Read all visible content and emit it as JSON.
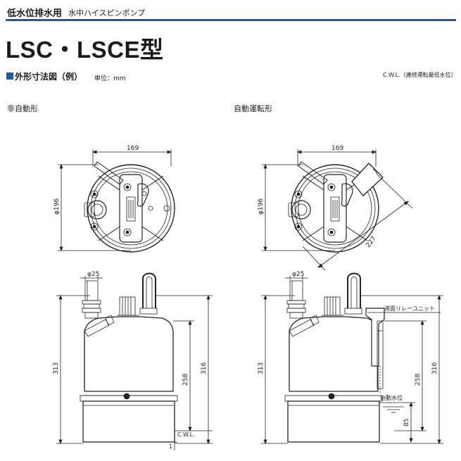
{
  "header": {
    "category": "低水位排水用",
    "description": "水中ハイスピンポンプ",
    "accent_color": "#1e5aa8"
  },
  "model": "LSC・LSCE型",
  "section": {
    "title": "外形寸法図（例）",
    "unit": "単位：mm",
    "note": "C.W.L.（連続運転最低水位）"
  },
  "left_view": {
    "label": "非自動形",
    "top_width": "169",
    "top_diameter": "φ196",
    "outlet": "φ25",
    "height_total": "313",
    "height_outlet": "316",
    "height_cwl": "258",
    "cwl_label": "C.W.L.",
    "bottom_gap": "1"
  },
  "right_view": {
    "label": "自動運転形",
    "top_width": "169",
    "top_diameter": "φ196",
    "diagonal": "227",
    "outlet": "φ25",
    "relay_label": "液面リレーユニット",
    "start_level_label": "始動水位",
    "height_total": "313",
    "height_outlet": "316",
    "height_cwl": "258",
    "start_level_height": "85"
  }
}
